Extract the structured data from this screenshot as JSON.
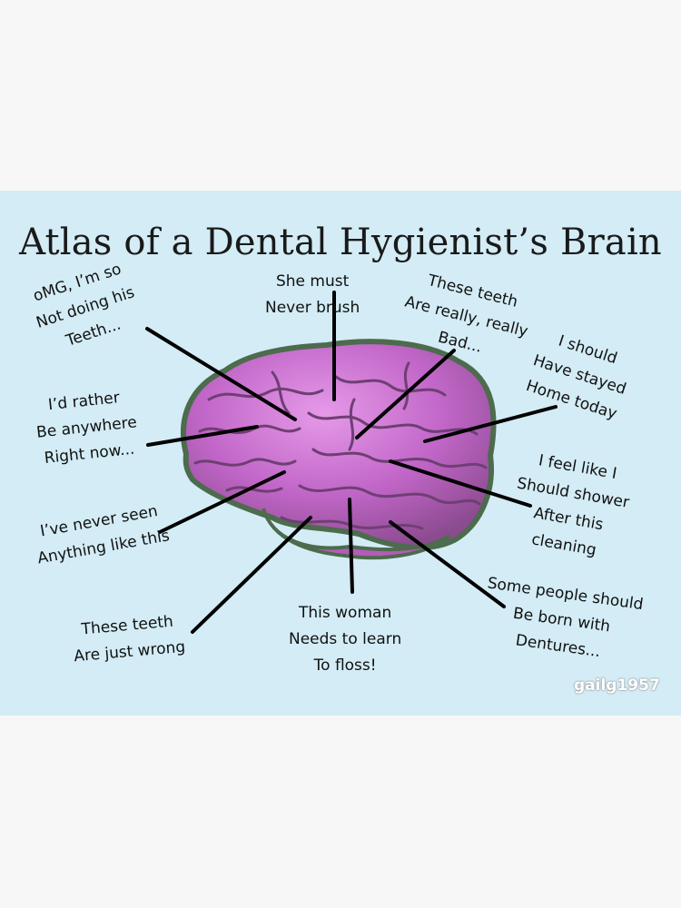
{
  "title": "Atlas of a Dental Hygienist’s Brain",
  "colors": {
    "background": "#d3ecf5",
    "page": "#f7f7f7",
    "brain": "#c267c9",
    "brain_shadow": "#5e7a5a",
    "line": "#000000"
  },
  "labels": {
    "omg": [
      "oMG, I’m so",
      "Not doing his",
      "Teeth..."
    ],
    "must_brush": [
      "She must",
      "Never brush"
    ],
    "really_bad": [
      "These teeth",
      "Are really, really",
      "Bad..."
    ],
    "stayed_home": [
      "I should",
      "Have stayed",
      "Home today"
    ],
    "rather": [
      "I’d rather",
      "Be anywhere",
      "Right now..."
    ],
    "shower": [
      "I feel like I",
      "Should shower",
      "After this",
      "cleaning"
    ],
    "never_seen": [
      "I’ve never seen",
      "Anything like this"
    ],
    "wrong": [
      "These teeth",
      "Are just wrong"
    ],
    "floss": [
      "This woman",
      "Needs to learn",
      "To floss!"
    ],
    "dentures": [
      "Some people should",
      "Be born with",
      "Dentures..."
    ]
  },
  "watermark": "gailg1957"
}
